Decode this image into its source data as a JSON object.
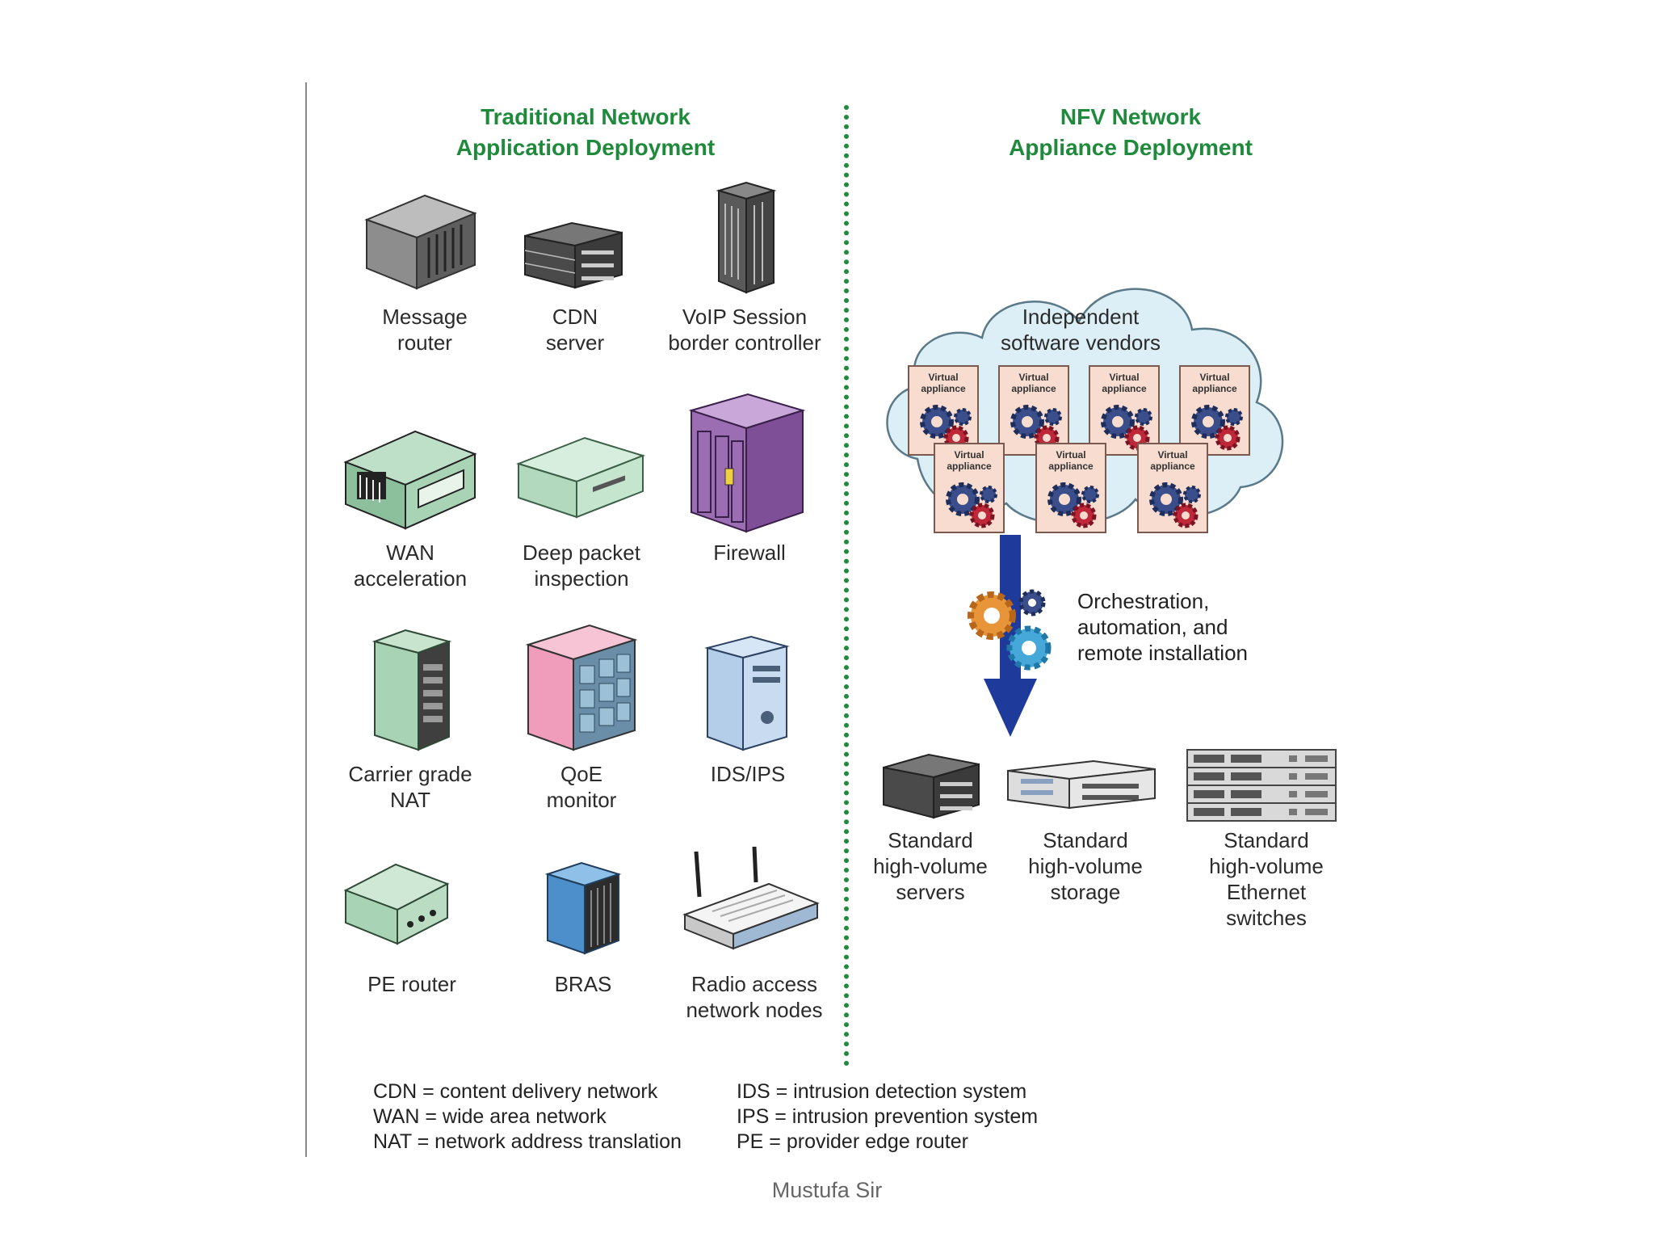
{
  "left": {
    "title": [
      "Traditional Network",
      "Application Deployment"
    ],
    "devices": [
      {
        "label": [
          "Message",
          "router"
        ],
        "icon": "server-chassis-icon"
      },
      {
        "label": [
          "CDN",
          "server"
        ],
        "icon": "stacked-server-icon"
      },
      {
        "label": [
          "VoIP Session",
          "border controller"
        ],
        "icon": "rack-tower-icon"
      },
      {
        "label": [
          "WAN",
          "acceleration"
        ],
        "icon": "wan-appliance-icon"
      },
      {
        "label": [
          "Deep packet",
          "inspection"
        ],
        "icon": "dpi-appliance-icon"
      },
      {
        "label": [
          "Firewall"
        ],
        "icon": "firewall-cabinet-icon"
      },
      {
        "label": [
          "Carrier grade",
          "NAT"
        ],
        "icon": "nat-tower-icon"
      },
      {
        "label": [
          "QoE",
          "monitor"
        ],
        "icon": "qoe-cabinet-icon"
      },
      {
        "label": [
          "IDS/IPS"
        ],
        "icon": "ids-server-icon"
      },
      {
        "label": [
          "PE router"
        ],
        "icon": "pe-router-icon"
      },
      {
        "label": [
          "BRAS"
        ],
        "icon": "bras-rack-icon"
      },
      {
        "label": [
          "Radio access",
          "network nodes"
        ],
        "icon": "wireless-router-icon"
      }
    ]
  },
  "right": {
    "title": [
      "NFV Network",
      "Appliance Deployment"
    ],
    "cloud_label": [
      "Independent",
      "software vendors"
    ],
    "virtual_appliance_label": "Virtual\nappliance",
    "orchestration_label": [
      "Orchestration,",
      "automation, and",
      "remote installation"
    ],
    "hardware": [
      {
        "label": [
          "Standard",
          "high-volume",
          "servers"
        ],
        "icon": "standard-server-icon"
      },
      {
        "label": [
          "Standard",
          "high-volume",
          "storage"
        ],
        "icon": "standard-storage-icon"
      },
      {
        "label": [
          "Standard",
          "high-volume",
          "Ethernet",
          "switches"
        ],
        "icon": "ethernet-switch-icon"
      }
    ]
  },
  "legend": {
    "left": [
      "CDN = content delivery network",
      "WAN = wide area network",
      "NAT = network address translation"
    ],
    "right": [
      "IDS = intrusion detection system",
      "IPS = intrusion prevention system",
      "PE = provider edge router"
    ]
  },
  "footer": "Mustufa Sir",
  "colors": {
    "title": "#1f8a3c",
    "arrow": "#1e3a9a",
    "cloud": "#dceef6",
    "virtual_box": "#f7dccf"
  }
}
